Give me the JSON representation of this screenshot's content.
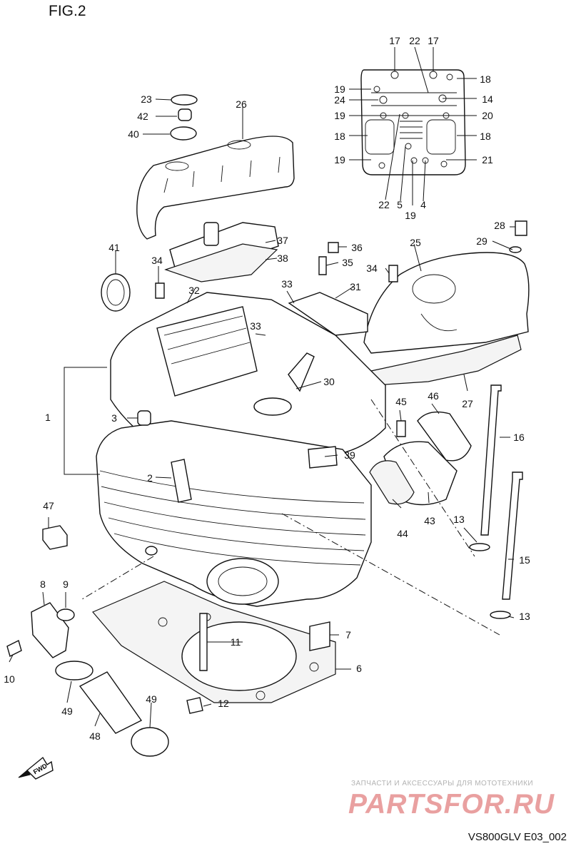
{
  "figure": {
    "title": "FIG.2",
    "code": "VS800GLV E03_002"
  },
  "watermark": {
    "line": "ЗАПЧАСТИ И АКСЕССУАРЫ ДЛЯ МОТОТЕХНИКИ",
    "brand": "PARTSFOR.RU"
  },
  "fwd_label": "FWD",
  "callouts": [
    "17",
    "22",
    "17",
    "18",
    "19",
    "24",
    "14",
    "19",
    "20",
    "18",
    "18",
    "19",
    "21",
    "22",
    "5",
    "4",
    "19",
    "23",
    "42",
    "40",
    "26",
    "28",
    "29",
    "25",
    "37",
    "36",
    "38",
    "41",
    "34",
    "35",
    "34",
    "32",
    "33",
    "31",
    "33",
    "30",
    "45",
    "46",
    "27",
    "16",
    "3",
    "1",
    "39",
    "2",
    "47",
    "13",
    "44",
    "43",
    "15",
    "13",
    "8",
    "9",
    "7",
    "10",
    "11",
    "6",
    "49",
    "12",
    "49",
    "48"
  ]
}
